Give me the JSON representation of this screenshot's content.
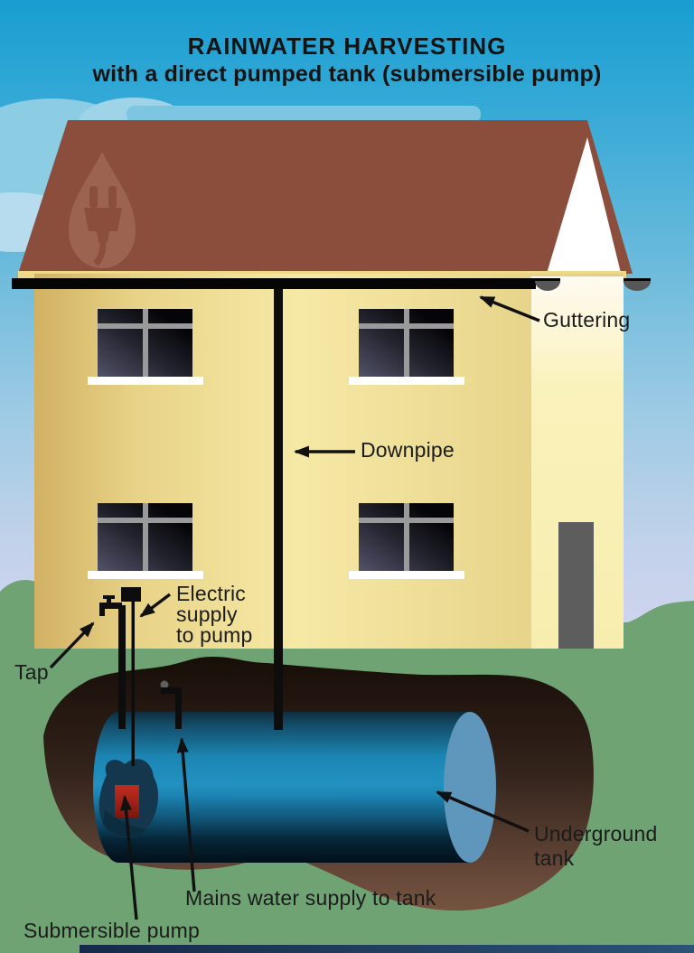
{
  "title": {
    "line1": "RAINWATER HARVESTING",
    "line2": "with a direct pumped tank (submersible pump)"
  },
  "labels": {
    "guttering": "Guttering",
    "downpipe": "Downpipe",
    "electric_supply_lines": [
      "Electric",
      "supply",
      "to pump"
    ],
    "tap": "Tap",
    "underground_tank_lines": [
      "Underground",
      "tank"
    ],
    "mains_supply": "Mains water supply to tank",
    "submersible_pump": "Submersible pump"
  },
  "colors": {
    "sky_top": "#189ed1",
    "sky_bottom": "#cfd4ee",
    "cloud": "#8ccde4",
    "roof": "#8b4e3c",
    "roof_watermark": "#9c6350",
    "wall_gold": "#e8d488",
    "wall_light_band": "#faf2bb",
    "gable_white": "#ffffff",
    "door_gray": "#5d5d5d",
    "window_sill": "#ffffff",
    "grass": "#6fa373",
    "soil_dark": "#170e08",
    "soil_light": "#6e4e3d",
    "tank_blue": "#1c86b4",
    "tank_end_blue": "#5f97bc",
    "pump_red": "#b0281b",
    "pipe_black": "#0d0d0d",
    "label_text": "#1b1b1b",
    "footer_bar": "#1c3553"
  }
}
